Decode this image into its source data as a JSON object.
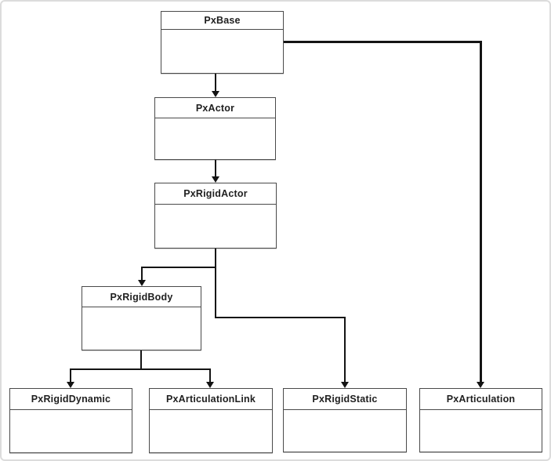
{
  "diagram": {
    "kind": "class-hierarchy",
    "nodes": [
      {
        "id": "PxBase",
        "label": "PxBase"
      },
      {
        "id": "PxActor",
        "label": "PxActor"
      },
      {
        "id": "PxRigidActor",
        "label": "PxRigidActor"
      },
      {
        "id": "PxRigidBody",
        "label": "PxRigidBody"
      },
      {
        "id": "PxRigidDynamic",
        "label": "PxRigidDynamic"
      },
      {
        "id": "PxArticulationLink",
        "label": "PxArticulationLink"
      },
      {
        "id": "PxRigidStatic",
        "label": "PxRigidStatic"
      },
      {
        "id": "PxArticulation",
        "label": "PxArticulation"
      }
    ],
    "edges": [
      {
        "from": "PxBase",
        "to": "PxActor"
      },
      {
        "from": "PxBase",
        "to": "PxArticulation"
      },
      {
        "from": "PxActor",
        "to": "PxRigidActor"
      },
      {
        "from": "PxRigidActor",
        "to": "PxRigidBody"
      },
      {
        "from": "PxRigidActor",
        "to": "PxRigidStatic"
      },
      {
        "from": "PxRigidBody",
        "to": "PxRigidDynamic"
      },
      {
        "from": "PxRigidBody",
        "to": "PxArticulationLink"
      }
    ],
    "colors": {
      "line": "#141414",
      "box_border": "#4a4a4a",
      "text": "#1f1f1f",
      "background": "#ffffff",
      "page_border": "#dcdcdc"
    }
  }
}
